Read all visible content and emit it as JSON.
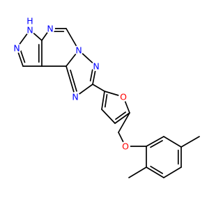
{
  "atom_labels": [
    {
      "id": "n-h-pyrazole",
      "text": "N",
      "color": "#0000ff"
    },
    {
      "id": "h-pyrazole",
      "text": "H",
      "color": "#0000ff"
    },
    {
      "id": "n-pyrazole-2",
      "text": "N",
      "color": "#0000ff"
    },
    {
      "id": "n-pyrimidine",
      "text": "N",
      "color": "#0000ff"
    },
    {
      "id": "n-bridgehead",
      "text": "N",
      "color": "#0000ff"
    },
    {
      "id": "n-triazole-1",
      "text": "N",
      "color": "#0000ff"
    },
    {
      "id": "n-triazole-2",
      "text": "N",
      "color": "#0000ff"
    },
    {
      "id": "o-furan",
      "text": "O",
      "color": "#ff0000"
    },
    {
      "id": "o-ether",
      "text": "O",
      "color": "#ff0000"
    }
  ]
}
